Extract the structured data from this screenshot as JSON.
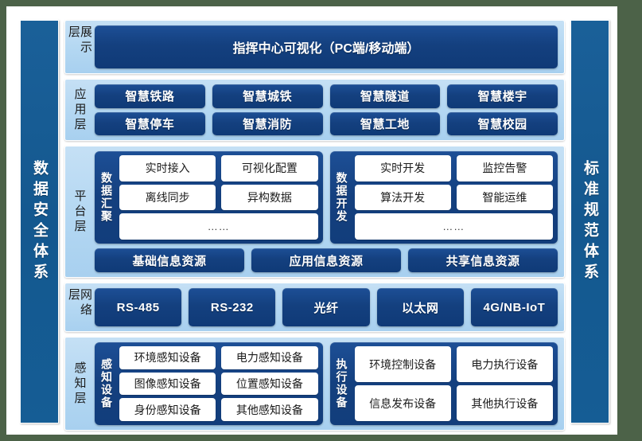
{
  "colors": {
    "page_background": "#4c6248",
    "canvas": "#ffffff",
    "band_blue": "#155d95",
    "layer_light_blue": "#b3d7f2",
    "pill_dark_blue": "#14407f",
    "chip_white": "#ffffff"
  },
  "left_band": {
    "label": "数据安全体系"
  },
  "right_band": {
    "label": "标准规范体系"
  },
  "layers": {
    "presentation": {
      "label": "展示层",
      "banner": "指挥中心可视化（PC端/移动端）"
    },
    "application": {
      "label": "应用层",
      "row1": [
        "智慧铁路",
        "智慧城铁",
        "智慧隧道",
        "智慧楼宇"
      ],
      "row2": [
        "智慧停车",
        "智慧消防",
        "智慧工地",
        "智慧校园"
      ]
    },
    "platform": {
      "label": "平台层",
      "groups": [
        {
          "title": "数据汇聚",
          "row1": [
            "实时接入",
            "可视化配置"
          ],
          "row2": [
            "离线同步",
            "异构数据"
          ],
          "row3": [
            "……"
          ]
        },
        {
          "title": "数据开发",
          "row1": [
            "实时开发",
            "监控告警"
          ],
          "row2": [
            "算法开发",
            "智能运维"
          ],
          "row3": [
            "……"
          ]
        }
      ],
      "resources": [
        "基础信息资源",
        "应用信息资源",
        "共享信息资源"
      ]
    },
    "network": {
      "label": "网络层",
      "items": [
        "RS-485",
        "RS-232",
        "光纤",
        "以太网",
        "4G/NB-IoT"
      ]
    },
    "sensing": {
      "label": "感知层",
      "groups": [
        {
          "title": "感知设备",
          "row1": [
            "环境感知设备",
            "电力感知设备"
          ],
          "row2": [
            "图像感知设备",
            "位置感知设备"
          ],
          "row3": [
            "身份感知设备",
            "其他感知设备"
          ]
        },
        {
          "title": "执行设备",
          "row1": [
            "环境控制设备",
            "电力执行设备"
          ],
          "row2": [
            "信息发布设备",
            "其他执行设备"
          ]
        }
      ]
    }
  }
}
